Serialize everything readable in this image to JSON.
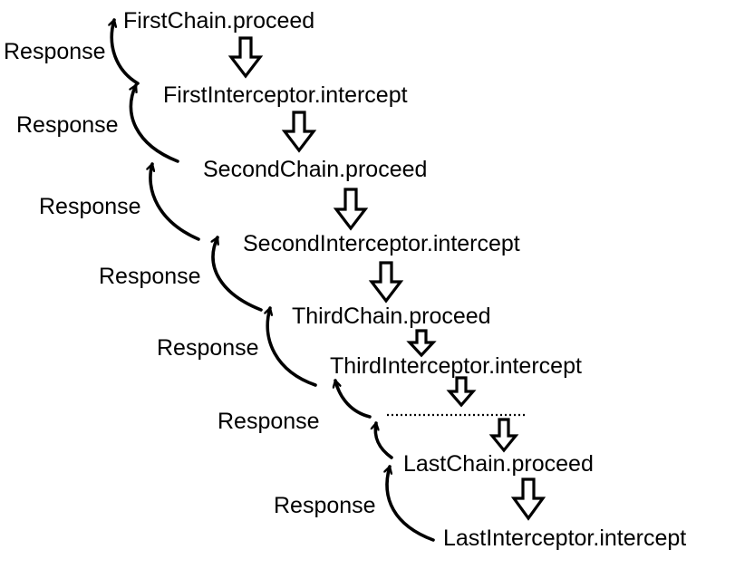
{
  "steps": [
    "FirstChain.proceed",
    "FirstInterceptor.intercept",
    "SecondChain.proceed",
    "SecondInterceptor.intercept",
    "ThirdChain.proceed",
    "ThirdInterceptor.intercept",
    "LastChain.proceed",
    "LastInterceptor.intercept"
  ],
  "response_label": "Response",
  "colors": {
    "ink": "#000000",
    "background": "#ffffff"
  }
}
